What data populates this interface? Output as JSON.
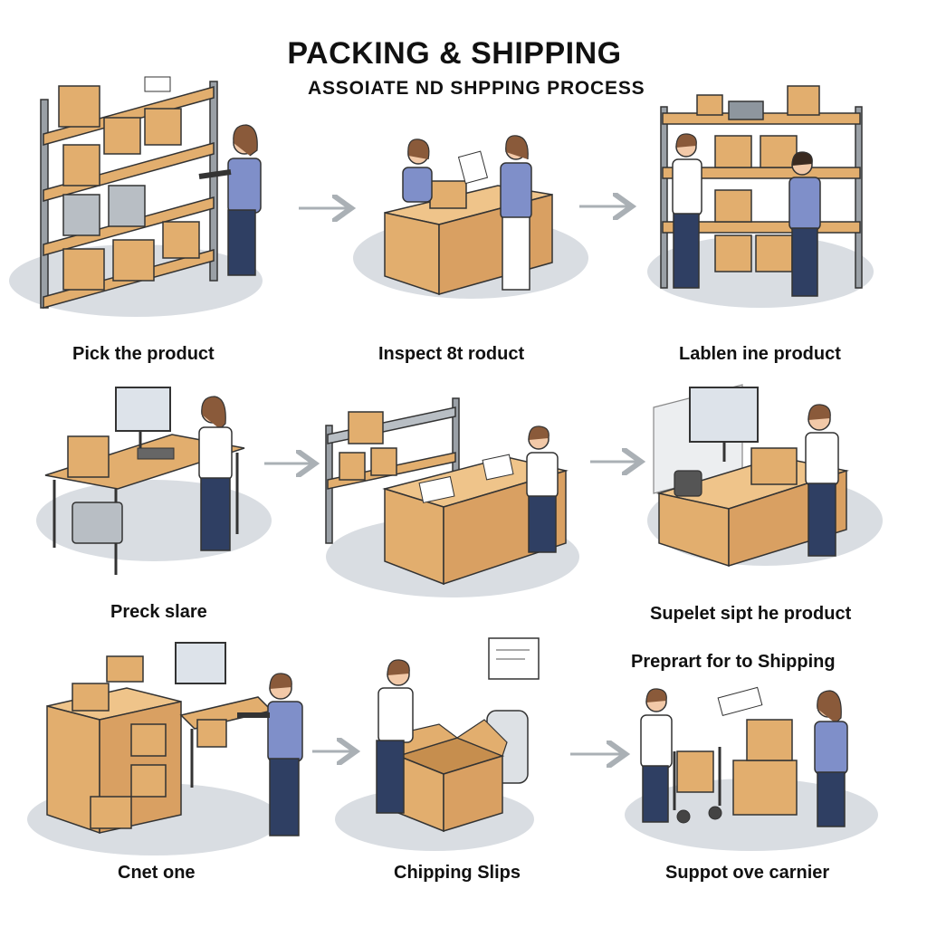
{
  "header": {
    "title": "PACKING & SHIPPING",
    "subtitle": "ASSOIATE ND SHPPING PROCESS"
  },
  "steps": [
    {
      "label": "Pick the product",
      "icon": "shelf-picking-icon"
    },
    {
      "label": "Inspect 8t roduct",
      "icon": "counter-inspection-icon"
    },
    {
      "label": "Lablen ine product",
      "icon": "shelf-labeling-icon"
    },
    {
      "label": "Preck slare",
      "icon": "computer-desk-icon"
    },
    {
      "label": "",
      "icon": "packing-station-icon"
    },
    {
      "label": "Supelet sipt he product",
      "icon": "computer-packing-icon"
    },
    {
      "label": "Cnet one",
      "icon": "workstation-icon"
    },
    {
      "label": "Chipping Slips",
      "icon": "box-printer-icon"
    },
    {
      "label": "Supp​ot ove carnier",
      "icon": "hand-truck-icon"
    }
  ],
  "extra_labels": {
    "prepare_shipping": "Preprart for to Shipping"
  },
  "colors": {
    "box": "#E2AE6E",
    "box_dark": "#C68E4E",
    "shirt": "#7F8FC9",
    "pants": "#2F3F63",
    "shelf": "#9AA0A6",
    "floor": "#D9DDE2",
    "arrow": "#AAB0B5"
  }
}
